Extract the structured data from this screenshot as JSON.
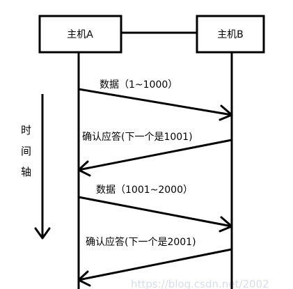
{
  "hosts": {
    "a": {
      "label": "主机A"
    },
    "b": {
      "label": "主机B"
    }
  },
  "messages": [
    {
      "label": "数据（1~1000）",
      "direction": "a-to-b"
    },
    {
      "label": "确认应答(下一个是1001)",
      "direction": "b-to-a"
    },
    {
      "label": "数据（1001~2000）",
      "direction": "a-to-b"
    },
    {
      "label": "确认应答(下一个是2001)",
      "direction": "b-to-a"
    }
  ],
  "timeline": {
    "chars": [
      "时",
      "间",
      "轴"
    ]
  },
  "watermark": {
    "text": "https://blog.csdn.net/2002"
  },
  "colors": {
    "line": "#000000",
    "background": "#ffffff",
    "watermark": "#d8dde6"
  }
}
